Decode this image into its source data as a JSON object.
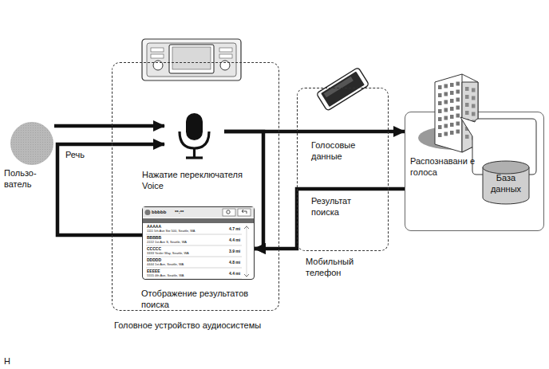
{
  "diagram": {
    "nodes": [
      {
        "text": [
          "Пользо- ватель"
        ]
      },
      {
        "text": [
          "Головное устройство аудиосистемы"
        ]
      },
      {
        "text": [
          "Нажатие переключателя Voice"
        ],
        "in": 1
      },
      {
        "text": [
          "Отображение результатов поиска"
        ],
        "in": 1
      },
      {
        "text": [
          "Мобильный телефон"
        ]
      },
      {
        "text": [
          "Распознавани е голоса"
        ]
      },
      {
        "text": [
          "База данных"
        ],
        "in": 5
      }
    ],
    "edges": [
      {
        "from": 0,
        "to": 2,
        "arrow": "to",
        "label": "Речь"
      },
      {
        "from": 3,
        "to": 2,
        "arrow": "to"
      },
      {
        "from": 2,
        "to": 5,
        "arrow": "to",
        "label": "Голосовые данные"
      },
      {
        "from": 2,
        "to": 3,
        "arrow": "to"
      },
      {
        "from": 5,
        "to": 3,
        "arrow": "to",
        "label": "Результат поиска"
      }
    ],
    "labels": [
      "bbbbb",
      "**:**",
      "AAAAA",
      "1111 5th Ave Ste 500, Seattle, WA",
      "4.7 mi",
      "BBBBB",
      "2222 1st Ave S, Seattle, WA",
      "4.4 mi",
      "CCCCC",
      "3333 Yesler Way, Seattle, WA",
      "3.9 mi",
      "DDDDD",
      "4444 1st Ave, Seattle, WA",
      "4.8 mi",
      "EEEEE",
      "5555 4th Ave, Seattle, WA",
      "4.4 mi",
      "H"
    ]
  }
}
